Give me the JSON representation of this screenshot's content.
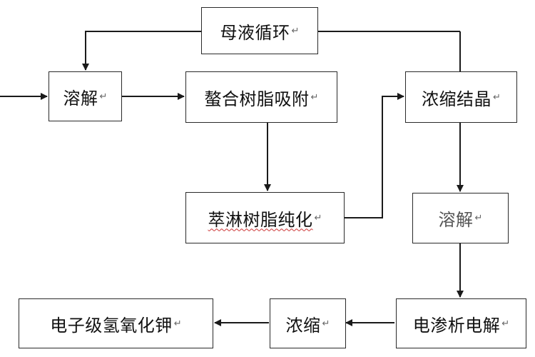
{
  "nodes": {
    "mother_liquor": "母液循环",
    "dissolve_1": "溶解",
    "chelating_resin": "螯合树脂吸附",
    "concentrate_crystallize": "浓缩结晶",
    "extraction_resin": "萃淋树脂纯化",
    "dissolve_2": "溶解",
    "electrodialysis": "电渗析电解",
    "concentrate": "浓缩",
    "product": "电子级氢氧化钾"
  },
  "paragraph_mark": "↵",
  "colors": {
    "line": "#1a1a1a",
    "border": "#2a2a2a",
    "text": "#111111",
    "spell_underline": "#cc3333"
  }
}
